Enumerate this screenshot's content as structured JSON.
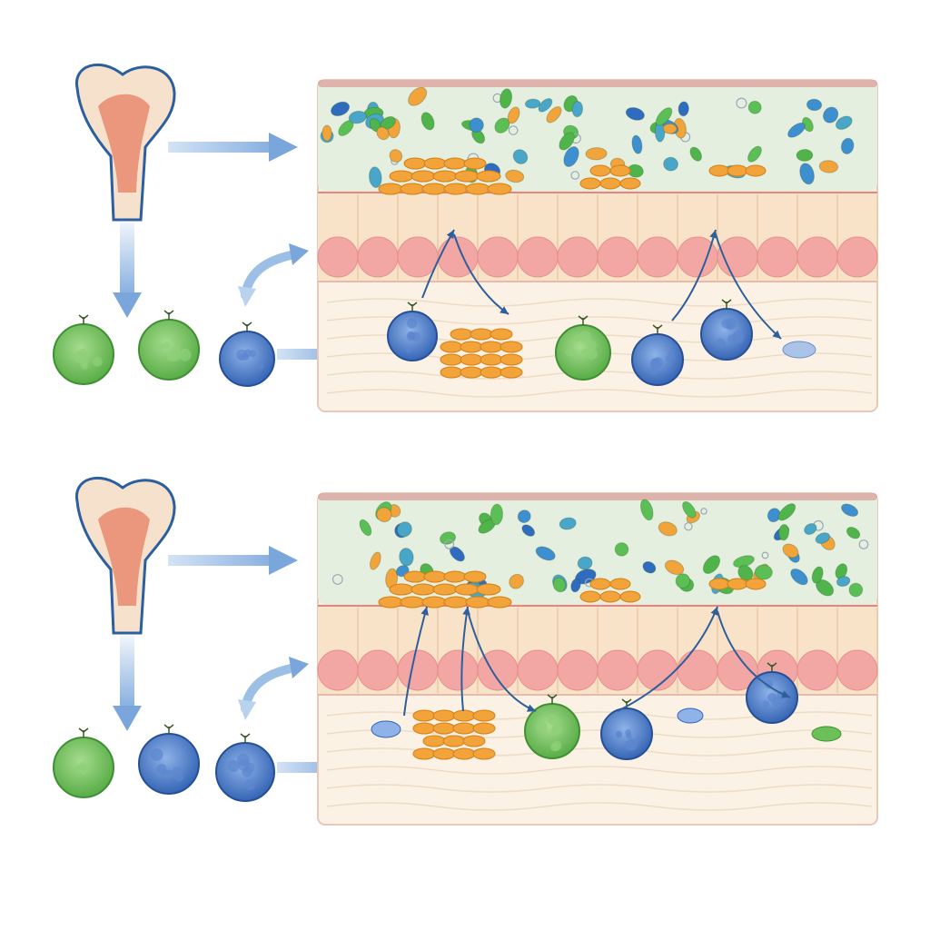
{
  "figure": {
    "background": "#ffffff",
    "panels": [
      {
        "id": "top",
        "source": "bone-marrow",
        "circulating_cells": [
          "green-cell",
          "green-cell",
          "blue-cell"
        ],
        "tissue_cells": [
          "blue-cell",
          "orange-cluster",
          "green-cell",
          "blue-cell",
          "blue-cell"
        ]
      },
      {
        "id": "bottom",
        "source": "bone-marrow",
        "circulating_cells": [
          "green-cell",
          "blue-cell",
          "blue-cell"
        ],
        "tissue_cells": [
          "blue-fragment",
          "orange-cluster",
          "green-cell",
          "blue-cell",
          "blue-fragment",
          "blue-cell",
          "green-fragment"
        ]
      }
    ],
    "colors": {
      "bone_outline": "#2c5fa0",
      "bone_fill": "#f6e2cc",
      "marrow": "#e88970",
      "lumen": "#e4efdf",
      "epithelium": "#f8e2c8",
      "nucleus": "#f2a7a4",
      "lamina": "#fbf1e4",
      "frame": "#d98a88",
      "green_cell": "#6cc05a",
      "blue_cell": "#3f72c4",
      "orange_cell": "#f2a33a",
      "arrow_light": "#8fb5e2",
      "arrow_dark": "#2e5f9c"
    },
    "icons": [
      "bone-icon",
      "arrow-right-icon",
      "arrow-down-icon",
      "curved-double-arrow-icon",
      "migration-arrow-icon"
    ]
  }
}
